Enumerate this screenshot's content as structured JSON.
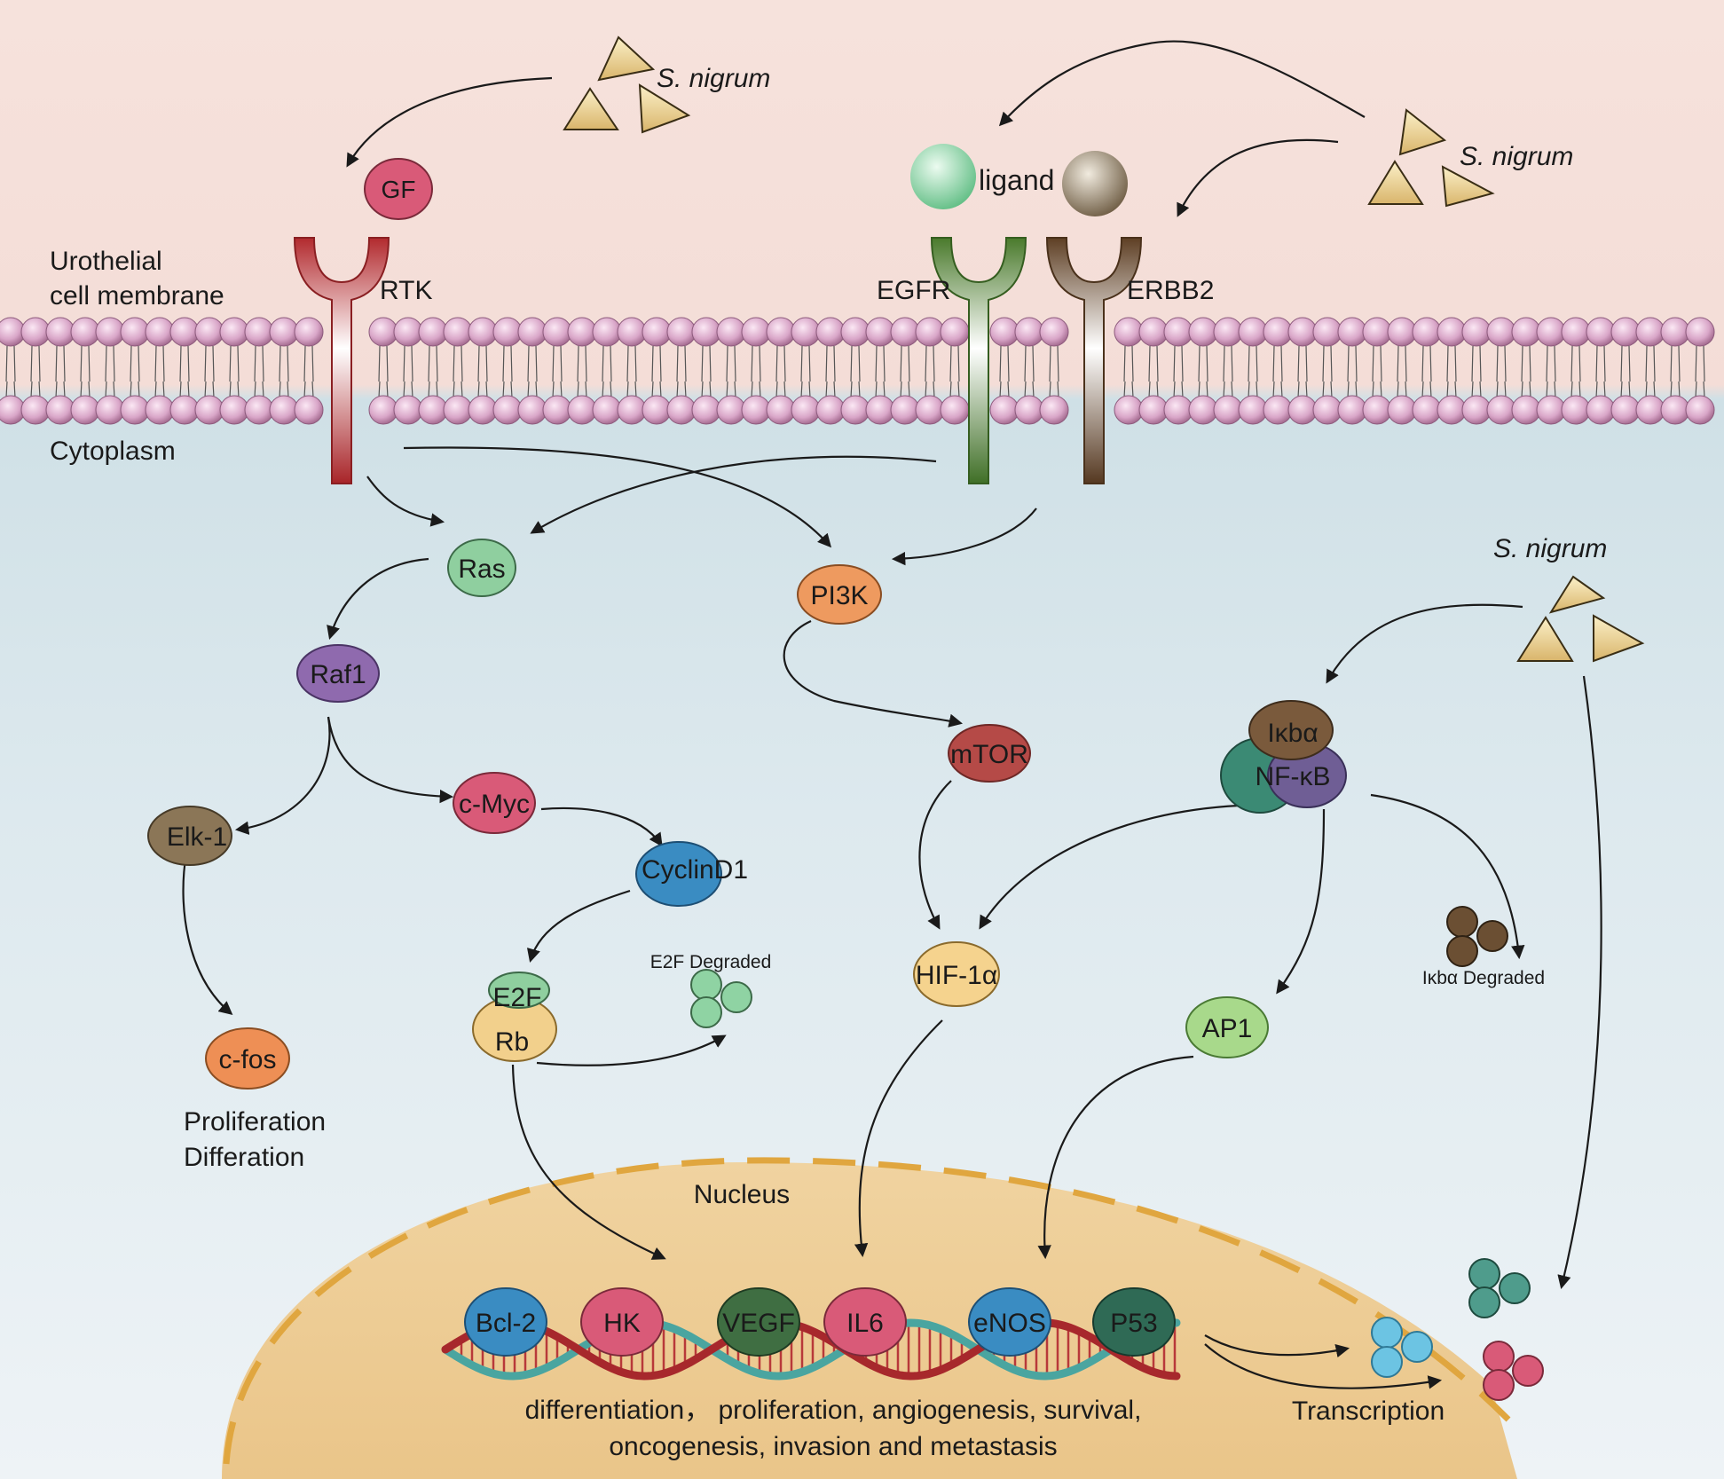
{
  "regions": {
    "membrane_label_line1": "Urothelial",
    "membrane_label_line2": "cell membrane",
    "cytoplasm": "Cytoplasm",
    "nucleus": "Nucleus"
  },
  "compound": {
    "name_top_left": "S. nigrum",
    "name_top_right": "S. nigrum",
    "name_mid_right": "S. nigrum"
  },
  "receptors": {
    "rtk": "RTK",
    "egfr": "EGFR",
    "erbb2": "ERBB2"
  },
  "ligands": {
    "gf": "GF",
    "ligand": "ligand"
  },
  "nodes": {
    "ras": "Ras",
    "pi3k": "PI3K",
    "raf1": "Raf1",
    "mtor": "mTOR",
    "ikba": "Iκbα",
    "nfkb": "NF-κB",
    "elk1": "Elk-1",
    "cmyc": "c-Myc",
    "cyclind1": "CyclinD1",
    "e2f": "E2F",
    "rb": "Rb",
    "hif1a": "HIF-1α",
    "ap1": "AP1",
    "cfos": "c-fos"
  },
  "annotations": {
    "e2f_degraded": "E2F Degraded",
    "ikba_degraded": "Iκbα Degraded",
    "prolif_line1": "Proliferation",
    "prolif_line2": "Differation",
    "transcription": "Transcription"
  },
  "genes": [
    "Bcl-2",
    "HK",
    "VEGF",
    "IL6",
    "eNOS",
    "P53"
  ],
  "outcomes": {
    "line1": "differentiation，  proliferation, angiogenesis, survival,",
    "line2": "oncogenesis, invasion and metastasis"
  }
}
